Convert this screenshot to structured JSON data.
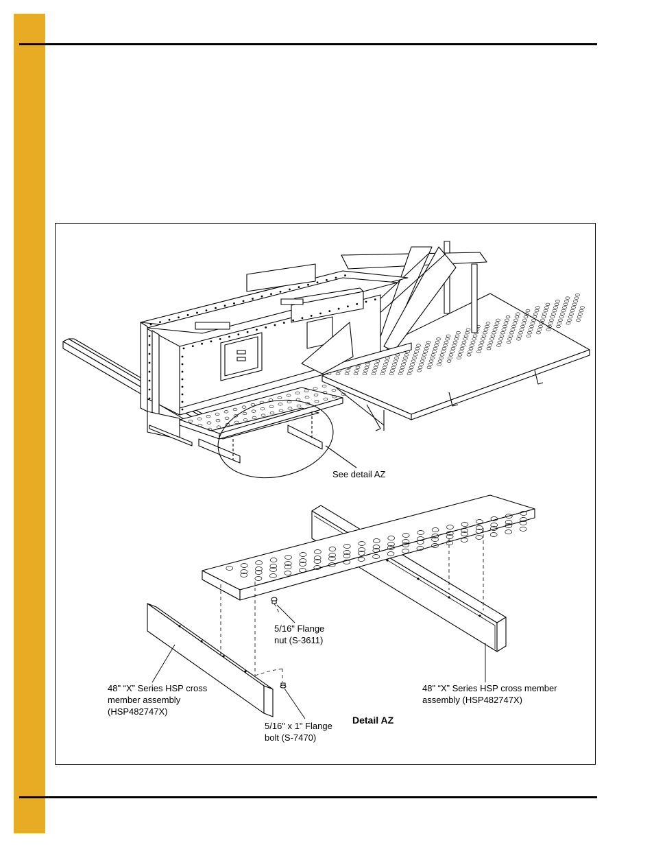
{
  "labels": {
    "see_detail": "See detail AZ",
    "flange_nut": "5/16\" Flange\nnut (S-3611)",
    "cross_member_left": "48\" “X” Series HSP cross\nmember assembly\n(HSP482747X)",
    "cross_member_right": "48\" “X” Series HSP cross member\nassembly (HSP482747X)",
    "flange_bolt": "5/16\" x 1\" Flange\nbolt (S-7470)",
    "detail_title": "Detail AZ"
  },
  "colors": {
    "side_tab": "#E8AB24",
    "rules": "#000000"
  }
}
